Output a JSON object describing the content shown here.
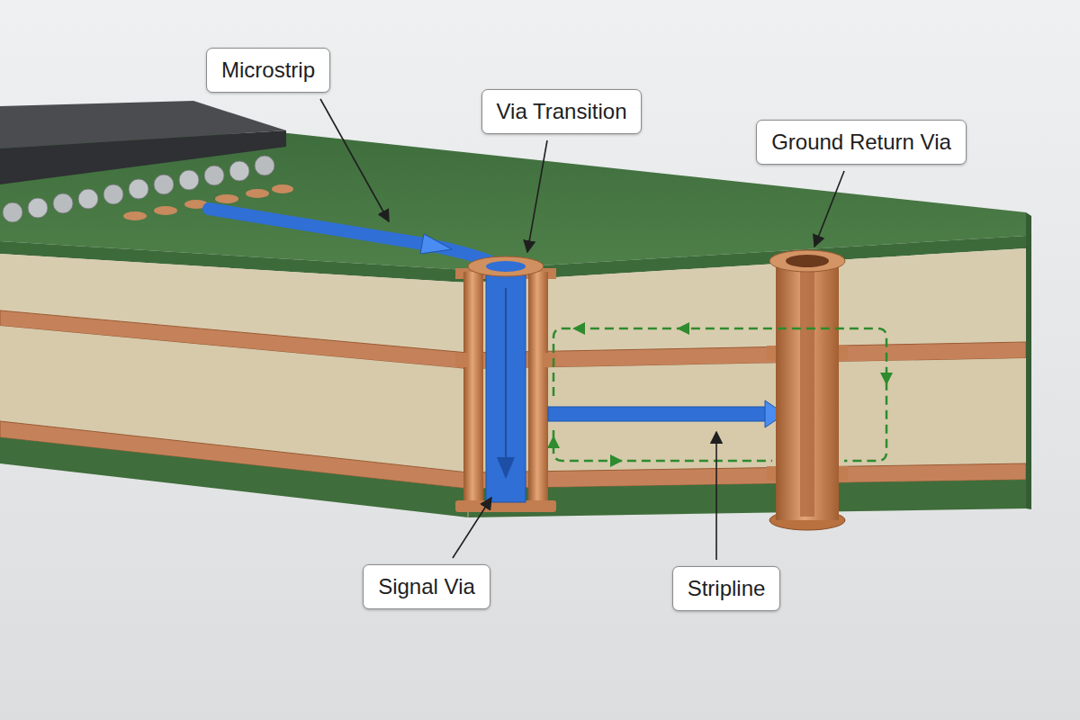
{
  "diagram": {
    "nodes": [
      {
        "text": [
          "Microstrip"
        ]
      },
      {
        "text": [
          "Via Transition"
        ]
      },
      {
        "text": [
          "Ground Return Via"
        ]
      },
      {
        "text": [
          "Signal Via"
        ]
      },
      {
        "text": [
          "Stripline"
        ]
      }
    ]
  }
}
